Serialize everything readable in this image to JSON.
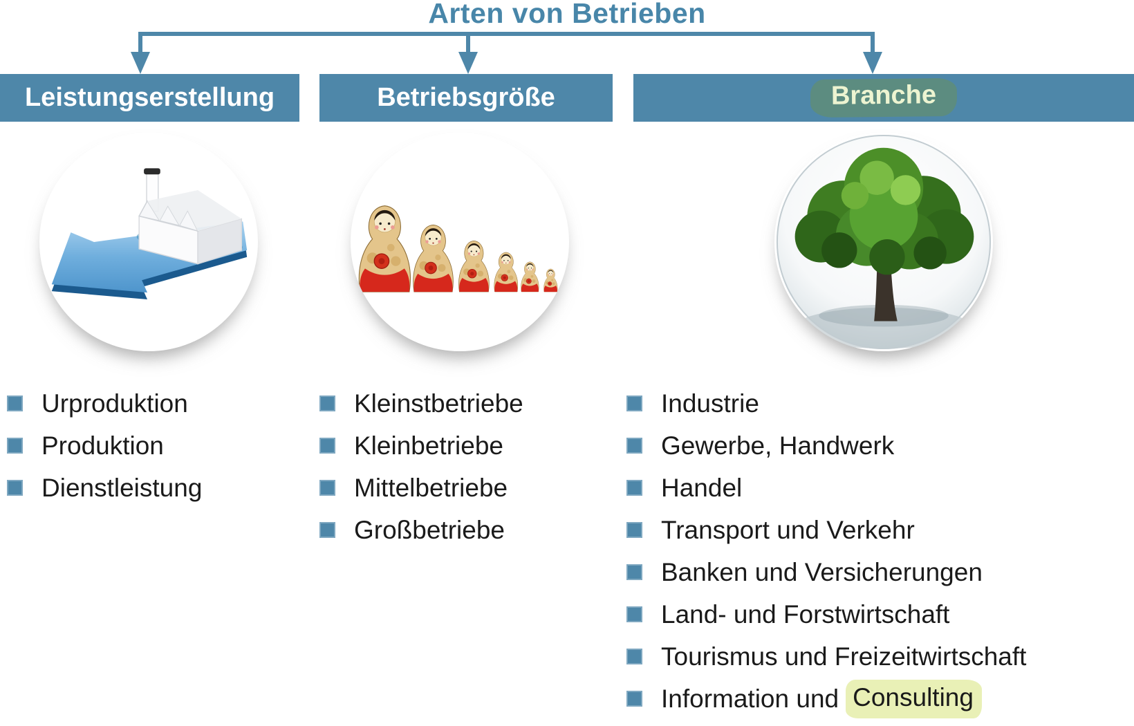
{
  "title": "Arten von Betrieben",
  "colors": {
    "primary_blue": "#4E87A9",
    "title_blue": "#4886A9",
    "bar_text": "#FFFFFF",
    "body_text": "#1A1A1A",
    "branche_highlight_bg": "#5C8C80",
    "branche_text": "#EDF4D1",
    "consulting_highlight_bg": "#E9F0B6"
  },
  "columns": [
    {
      "header": "Leistungserstellung",
      "image": "factory-on-blue-arrow",
      "items": [
        "Urproduktion",
        "Produktion",
        "Dienstleistung"
      ]
    },
    {
      "header": "Betriebsgröße",
      "image": "matryoshka-nesting-dolls",
      "items": [
        "Kleinstbetriebe",
        "Kleinbetriebe",
        "Mittelbetriebe",
        "Großbetriebe"
      ]
    },
    {
      "header": "Branche",
      "header_highlighted": true,
      "image": "tree-in-glass-sphere",
      "items": [
        "Industrie",
        "Gewerbe, Handwerk",
        "Handel",
        "Transport und Verkehr",
        "Banken und Versicherungen",
        "Land- und Forstwirtschaft",
        "Tourismus und Freizeitwirtschaft",
        "Information und Consulting"
      ],
      "last_item_prefix": "Information und",
      "last_item_highlighted_word": "Consulting"
    }
  ]
}
